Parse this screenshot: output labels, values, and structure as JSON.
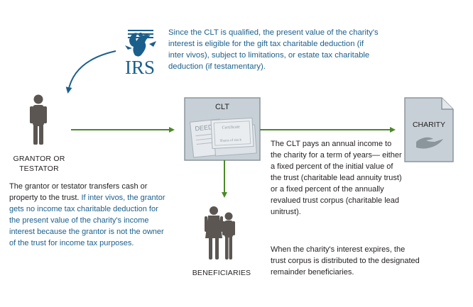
{
  "colors": {
    "arrow_green": "#4a8a2a",
    "arrow_blue": "#1a5f8c",
    "text_blue": "#1a5f8c",
    "person_gray": "#5b5652",
    "box_gray": "#c7d0d6",
    "box_border": "#8b959c"
  },
  "irs": {
    "label": "IRS",
    "note": "Since the CLT is qualified, the present value of the charity's interest is eligible for the gift tax charitable deduction (if inter vivos), subject to limitations, or estate tax charitable deduction (if testamentary)."
  },
  "grantor": {
    "label_line1": "GRANTOR OR",
    "label_line2": "TESTATOR",
    "desc_plain": "The grantor or testator transfers cash or property to the trust.",
    "desc_blue": "If inter vivos, the grantor gets no income tax charitable deduction for the present value of the charity's income interest because the grantor is not the owner of the trust for income tax purposes."
  },
  "clt": {
    "title": "CLT",
    "deed_label": "DEED",
    "cert_label": "Certificate",
    "stock_label": "Shares of stock",
    "desc": "The CLT pays an annual income to the charity for a term of years— either a fixed percent of the initial value of the trust (charitable lead annuity trust) or a fixed percent of the annually revalued trust corpus (charitable lead unitrust)."
  },
  "charity": {
    "label": "CHARITY"
  },
  "beneficiaries": {
    "label": "BENEFICIARIES",
    "desc": "When the charity's interest expires, the trust corpus is distributed to the designated remainder beneficiaries."
  }
}
